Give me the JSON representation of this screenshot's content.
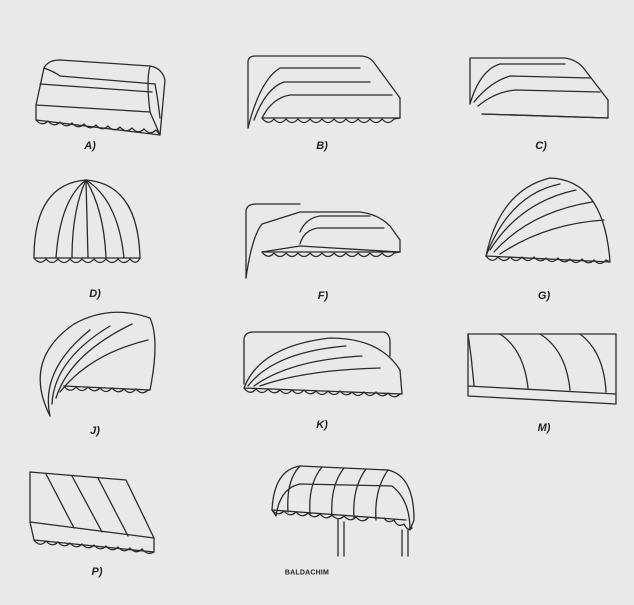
{
  "labels": {
    "a": "A)",
    "b": "B)",
    "c": "C)",
    "d": "D)",
    "f": "F)",
    "g": "G)",
    "j": "J)",
    "k": "K)",
    "m": "M)",
    "p": "P)",
    "baldachim": "BALDACHIM"
  },
  "colors": {
    "background": "#e9e9ea",
    "line": "#2b2b2b"
  }
}
